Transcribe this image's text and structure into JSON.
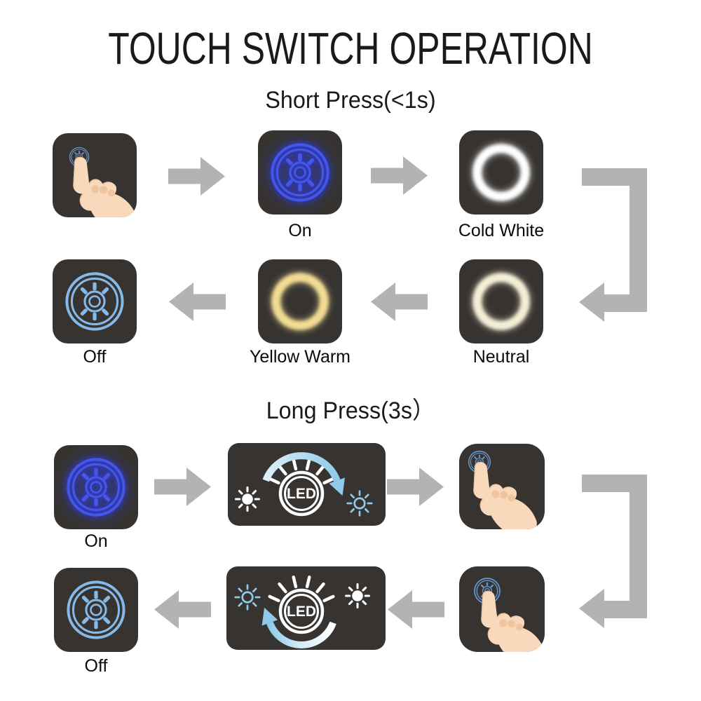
{
  "title": "TOUCH SWITCH OPERATION",
  "short_press": {
    "heading": "Short Press(<1s)",
    "steps": {
      "touch": {
        "icon": "touch-finger-icon"
      },
      "on": {
        "label": "On",
        "icon": "switch-dial-glow-blue-icon"
      },
      "cold_white": {
        "label": "Cold White",
        "icon": "glow-ring-white-icon"
      },
      "neutral": {
        "label": "Neutral",
        "icon": "glow-ring-neutral-icon"
      },
      "yellow_warm": {
        "label": "Yellow Warm",
        "icon": "glow-ring-yellow-icon"
      },
      "off": {
        "label": "Off",
        "icon": "switch-dial-lightblue-icon"
      }
    }
  },
  "long_press": {
    "heading": "Long Press(3s）",
    "dial_label": "LED",
    "steps": {
      "on": {
        "label": "On",
        "icon": "switch-dial-glow-blue-icon"
      },
      "brighten": {
        "icon": "led-dimmer-brighten-icon"
      },
      "touch_hold_1": {
        "icon": "touch-finger-icon"
      },
      "touch_hold_2": {
        "icon": "touch-finger-icon"
      },
      "dim": {
        "icon": "led-dimmer-dim-icon"
      },
      "off": {
        "label": "Off",
        "icon": "switch-dial-lightblue-icon"
      }
    }
  },
  "colors": {
    "tile_dark": "#363330",
    "arrow_gray": "#b4b2b3",
    "glow_blue": "#4656ea",
    "light_blue": "#85b9e8",
    "small_dial_blue": "#6697cc",
    "warm_yellow": "#f2dc94",
    "neutral_cream": "#f5efd6",
    "cold_white": "#ffffff",
    "dimmer_arrow_blue": "#8fcbe9",
    "hand_skin": "#f8d9bc"
  }
}
